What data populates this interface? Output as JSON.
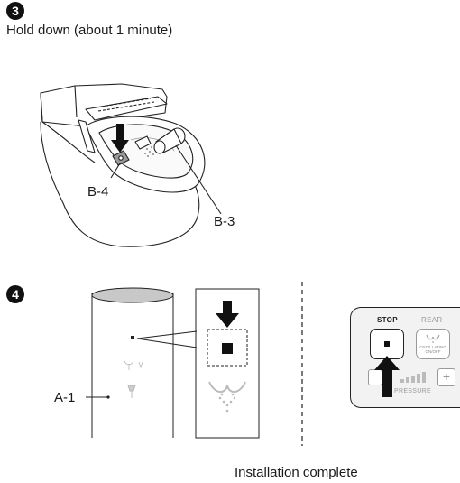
{
  "step3": {
    "number": "3",
    "instruction": "Hold down (about 1 minute)",
    "labels": {
      "b4": "B-4",
      "b3": "B-3"
    }
  },
  "step4": {
    "number": "4",
    "labels": {
      "a1": "A-1"
    },
    "remote": {
      "stop_label": "STOP",
      "rear_label": "REAR",
      "oscillating_label": "OSCILLATING ON/OFF",
      "pressure_label": "PRESSURE",
      "plus_symbol": "+"
    },
    "completion_text": "Installation complete"
  },
  "icons": [
    "arrow-down-icon",
    "arrow-up-icon",
    "stop-square-icon",
    "rear-wash-icon",
    "toilet-icon",
    "step-number-icon"
  ],
  "colors": {
    "line": "#222222",
    "panel_bg": "#f2f2f2",
    "icon_gray": "#b5b5b5",
    "bowl_gray": "#bfbfbf"
  }
}
